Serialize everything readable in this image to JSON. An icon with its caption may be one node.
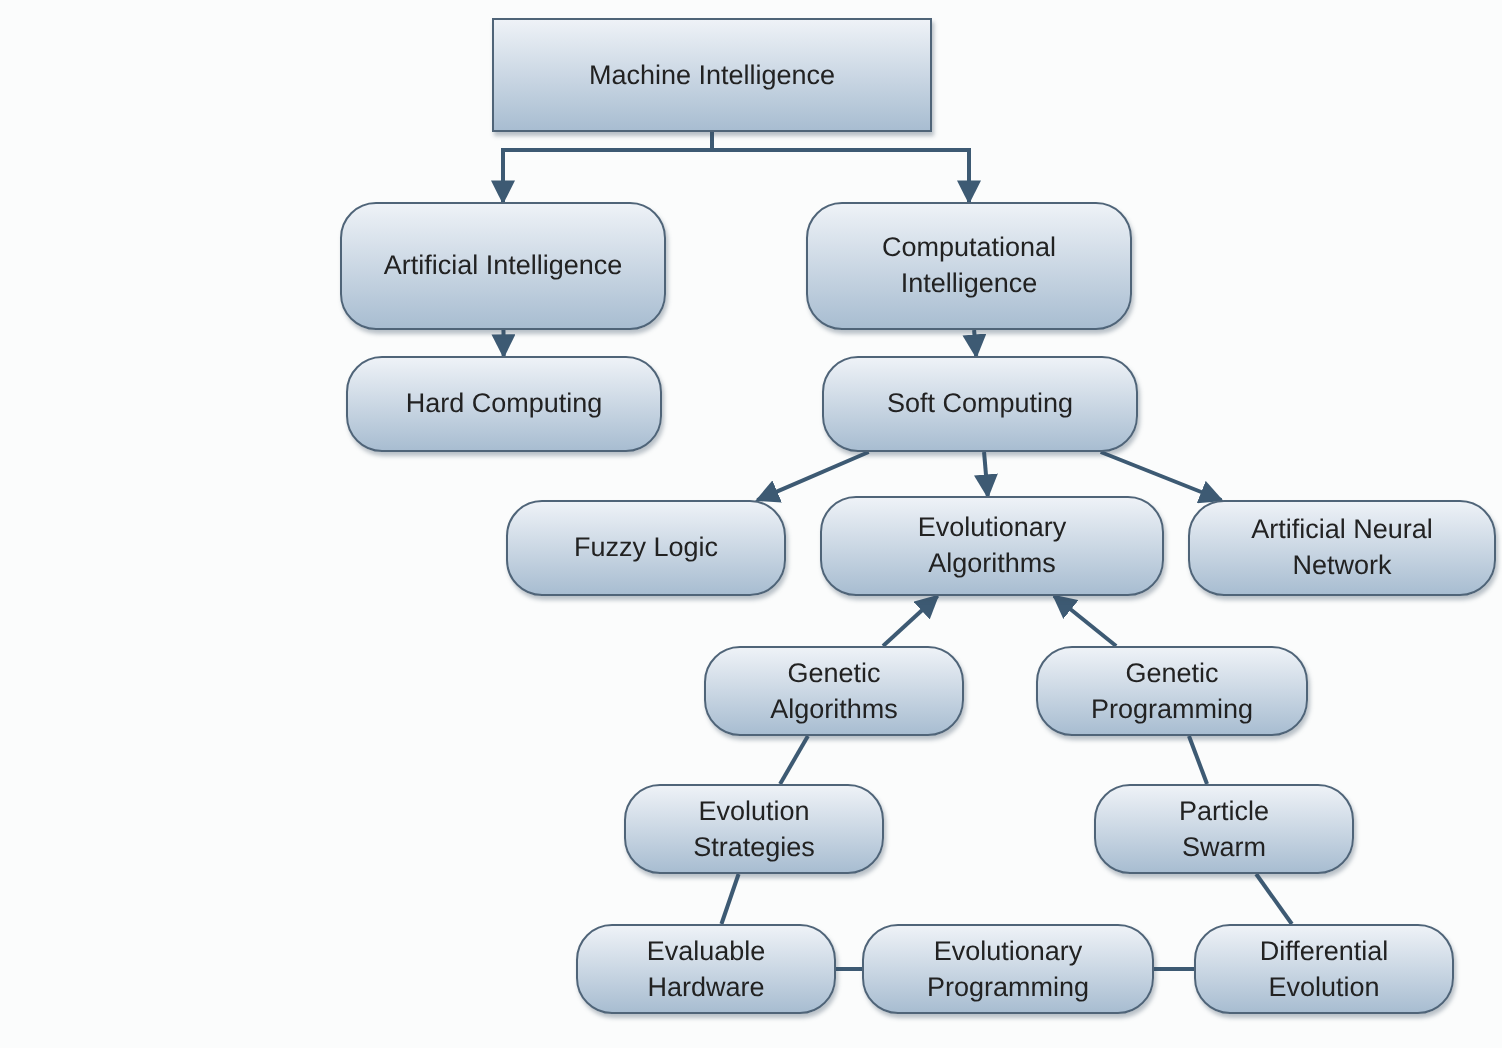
{
  "diagram": {
    "nodes": [
      {
        "text": [
          "Machine Intelligence"
        ]
      },
      {
        "text": [
          "Artificial Intelligence"
        ]
      },
      {
        "text": [
          "Computational Intelligence"
        ]
      },
      {
        "text": [
          "Hard Computing"
        ]
      },
      {
        "text": [
          "Soft Computing"
        ]
      },
      {
        "text": [
          "Fuzzy Logic"
        ]
      },
      {
        "text": [
          "Evolutionary Algorithms"
        ]
      },
      {
        "text": [
          "Artificial Neural Network"
        ]
      },
      {
        "text": [
          "Genetic Algorithms"
        ]
      },
      {
        "text": [
          "Genetic Programming"
        ]
      },
      {
        "text": [
          "Evolution Strategies"
        ]
      },
      {
        "text": [
          "Particle Swarm"
        ]
      },
      {
        "text": [
          "Evaluable Hardware"
        ]
      },
      {
        "text": [
          "Evolutionary Programming"
        ]
      },
      {
        "text": [
          "Differential Evolution"
        ]
      }
    ],
    "edges": [
      {
        "from": 0,
        "to": 1,
        "arrow": "to"
      },
      {
        "from": 0,
        "to": 2,
        "arrow": "to"
      },
      {
        "from": 1,
        "to": 3,
        "arrow": "to"
      },
      {
        "from": 2,
        "to": 4,
        "arrow": "to"
      },
      {
        "from": 4,
        "to": 5,
        "arrow": "to"
      },
      {
        "from": 4,
        "to": 6,
        "arrow": "to"
      },
      {
        "from": 4,
        "to": 7,
        "arrow": "to"
      },
      {
        "from": 8,
        "to": 6,
        "arrow": "to"
      },
      {
        "from": 9,
        "to": 6,
        "arrow": "to"
      },
      {
        "from": 10,
        "to": 8,
        "arrow": "none"
      },
      {
        "from": 11,
        "to": 9,
        "arrow": "none"
      },
      {
        "from": 12,
        "to": 10,
        "arrow": "none"
      },
      {
        "from": 14,
        "to": 11,
        "arrow": "none"
      },
      {
        "from": 12,
        "to": 13,
        "arrow": "none"
      },
      {
        "from": 13,
        "to": 14,
        "arrow": "none"
      }
    ]
  }
}
